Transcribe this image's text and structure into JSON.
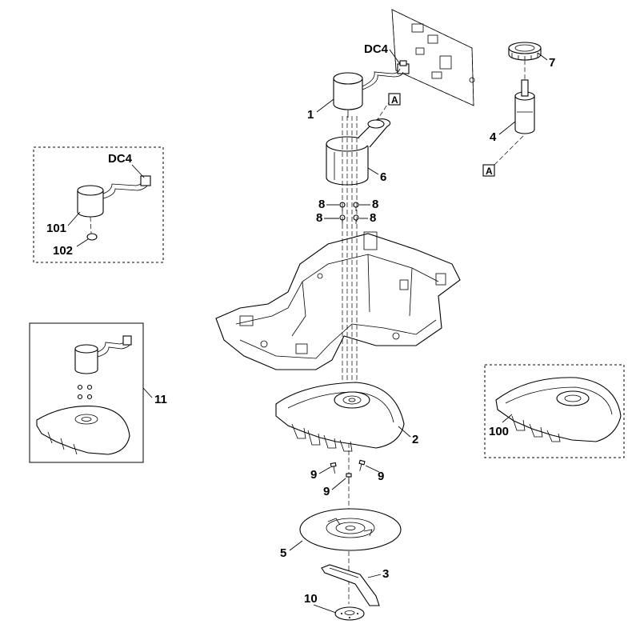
{
  "callouts": {
    "dc4_main": "DC4",
    "p1": "1",
    "a_main": "A",
    "p6": "6",
    "p8a": "8",
    "p8b": "8",
    "p8c": "8",
    "p8d": "8",
    "p7": "7",
    "p4": "4",
    "a_side": "A",
    "dc4_inset": "DC4",
    "p101": "101",
    "p102": "102",
    "p11": "11",
    "p2": "2",
    "p100": "100",
    "p9a": "9",
    "p9b": "9",
    "p9c": "9",
    "p5": "5",
    "p3": "3",
    "p10": "10"
  },
  "colors": {
    "line": "#000000",
    "background": "#ffffff"
  }
}
